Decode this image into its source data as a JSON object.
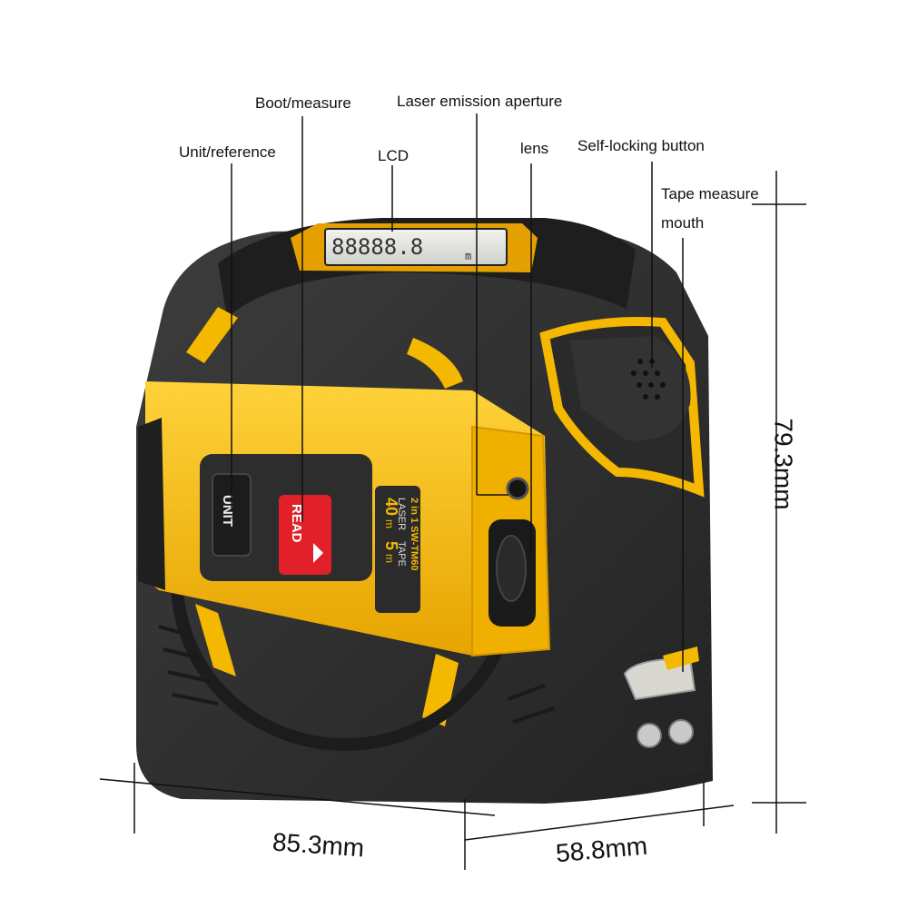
{
  "labels": {
    "boot_measure": "Boot/measure",
    "laser_aperture": "Laser emission aperture",
    "unit_reference": "Unit/reference",
    "lcd": "LCD",
    "lens": "lens",
    "self_locking": "Self-locking button",
    "tape_mouth_line1": "Tape measure",
    "tape_mouth_line2": "mouth"
  },
  "dimensions": {
    "width": "85.3mm",
    "depth": "58.8mm",
    "height": "79.3mm"
  },
  "device": {
    "lcd_readout": "88888.8",
    "lcd_unit": "m",
    "button_unit": "UNIT",
    "button_read": "READ",
    "spec_laser_range": "40",
    "spec_laser_unit": "m",
    "spec_tape_range": "5",
    "spec_tape_unit": "m",
    "spec_laser_word": "LASER",
    "spec_tape_word": "TAPE",
    "spec_model": "2 in 1 SW-TM60"
  },
  "colors": {
    "body_dark": "#2b2b2b",
    "body_mid": "#3a3a3a",
    "accent_yellow": "#f5b800",
    "read_button": "#e2202a"
  }
}
